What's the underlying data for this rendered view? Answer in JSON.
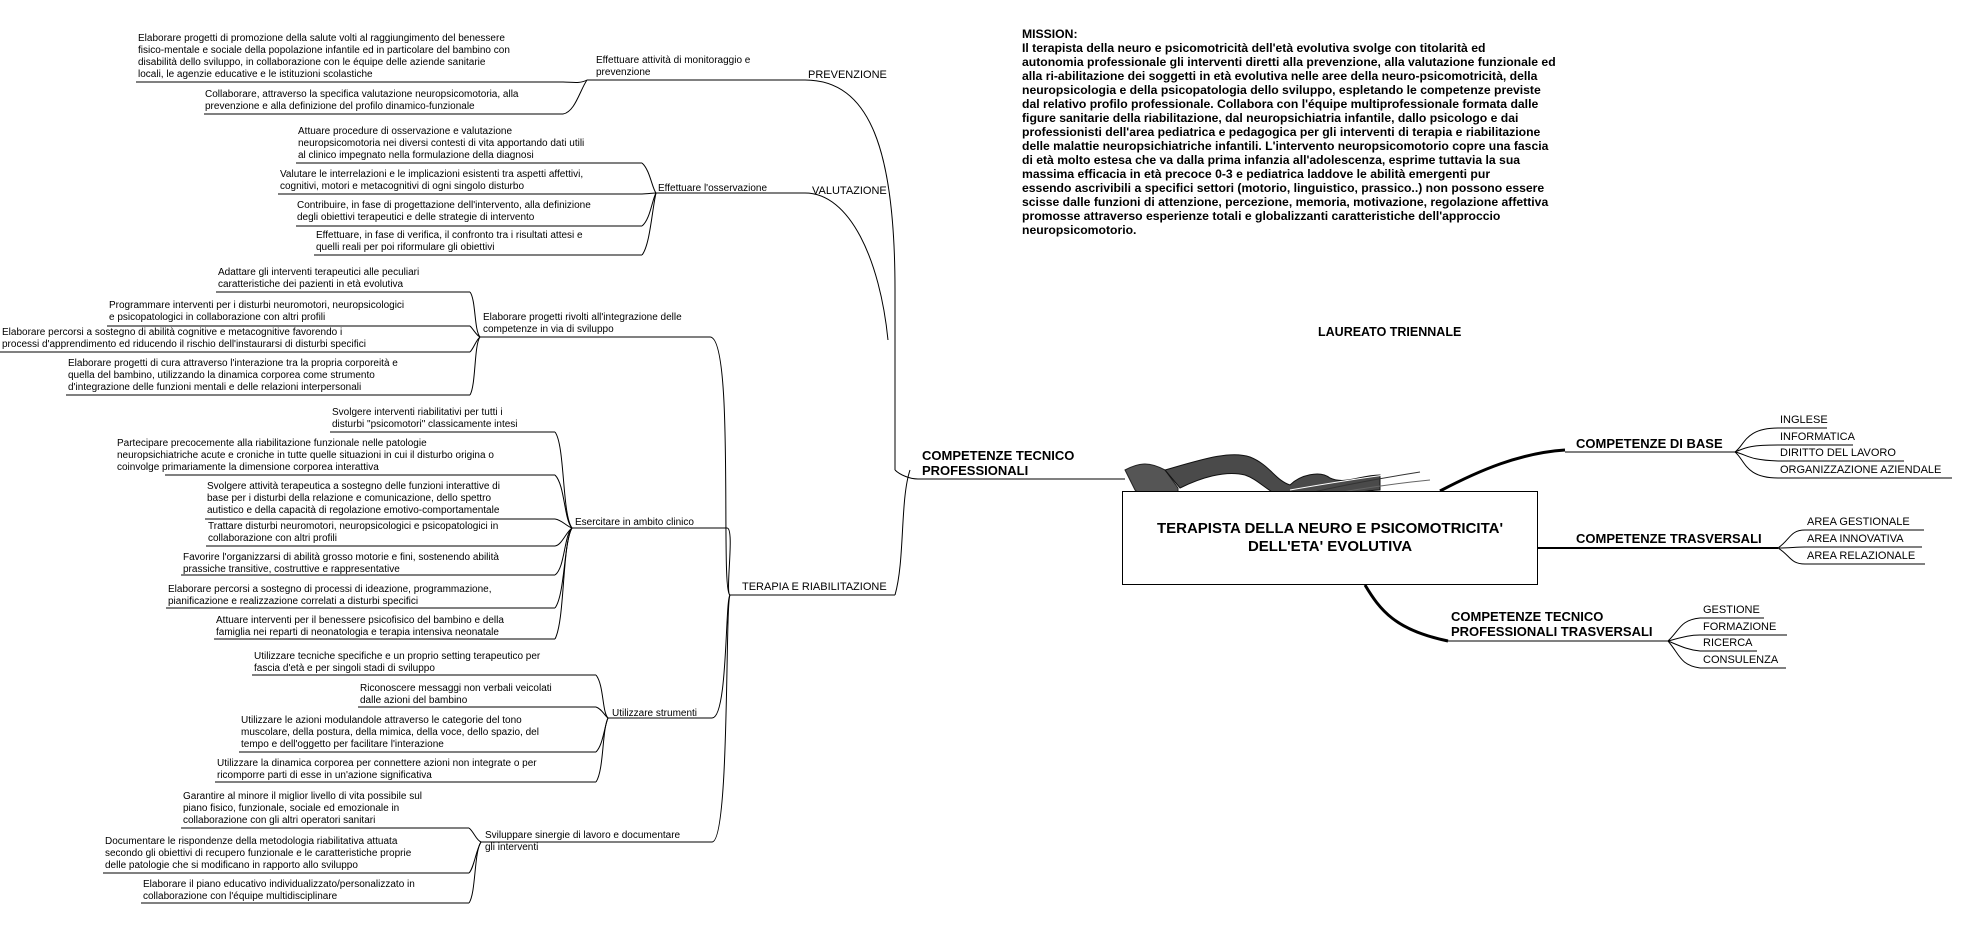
{
  "mission": {
    "title": "MISSION:",
    "lines": [
      "Il terapista della neuro e psicomotricità dell'età evolutiva svolge con titolarità ed",
      "autonomia professionale gli interventi diretti alla prevenzione, alla valutazione funzionale ed",
      "alla ri-abilitazione dei soggetti in età evolutiva nelle aree della neuro-psicomotricità, della",
      "neuropsicologia e della psicopatologia dello sviluppo, espletando le competenze previste",
      "dal relativo profilo professionale. Collabora con l'équipe multiprofessionale formata dalle",
      "figure sanitarie della riabilitazione, dal neuropsichiatria infantile, dallo psicologo e dai",
      "professionisti dell'area pediatrica e pedagogica per gli interventi di terapia e riabilitazione",
      "delle malattie neuropsichiatriche infantili. L'intervento neuropsicomotorio copre una fascia",
      "di età molto  estesa che va dalla prima infanzia all'adolescenza, esprime tuttavia la sua",
      "massima efficacia in età precoce 0-3  e  pediatrica   laddove  le abilità emergenti pur",
      "essendo ascrivibili a specifici settori (motorio, linguistico, prassico..) non possono  essere",
      "scisse dalle funzioni di attenzione, percezione, memoria, motivazione, regolazione affettiva",
      "promosse attraverso esperienze  totali e globalizzanti caratteristiche dell'approccio",
      "neuropsicomotorio."
    ]
  },
  "laureato": "LAUREATO TRIENNALE",
  "center": {
    "line1": "TERAPISTA DELLA NEURO E PSICOMOTRICITA'",
    "line2": "DELL'ETA' EVOLUTIVA"
  },
  "left": {
    "main_line1": "COMPETENZE TECNICO",
    "main_line2": "PROFESSIONALI",
    "areas": [
      "PREVENZIONE",
      "VALUTAZIONE",
      "TERAPIA E RIABILITAZIONE"
    ],
    "groups": [
      [
        "Effettuare  attività di monitoraggio e",
        "prevenzione"
      ],
      [
        "Effettuare l'osservazione"
      ],
      [
        "Elaborare progetti  rivolti all'integrazione delle",
        "competenze in via di sviluppo"
      ],
      [
        "Esercitare in ambito clinico"
      ],
      [
        "Utilizzare strumenti"
      ],
      [
        "Sviluppare sinergie di lavoro e documentare",
        "gli interventi"
      ]
    ],
    "leaves": [
      [
        "Elaborare progetti di promozione della salute volti al raggiungimento del benessere",
        "fisico-mentale e sociale della popolazione infantile ed in particolare del bambino con",
        "disabilità dello sviluppo, in collaborazione con le équipe delle aziende sanitarie",
        "locali, le agenzie educative e le istituzioni scolastiche"
      ],
      [
        "Collaborare, attraverso la specifica valutazione neuropsicomotoria, alla",
        "prevenzione e alla definizione del profilo dinamico-funzionale"
      ],
      [
        "Attuare procedure di osservazione e valutazione",
        "neuropsicomotoria nei diversi contesti di vita apportando dati utili",
        "al clinico impegnato nella formulazione della diagnosi"
      ],
      [
        "Valutare le interrelazioni e le implicazioni esistenti tra aspetti affettivi,",
        "cognitivi, motori e metacognitivi di ogni singolo disturbo"
      ],
      [
        "Contribuire, in fase di progettazione dell'intervento, alla definizione",
        "degli obiettivi terapeutici e delle strategie di intervento"
      ],
      [
        "Effettuare,  in fase di verifica, il confronto tra i risultati attesi e",
        "quelli reali per  poi riformulare gli obiettivi"
      ],
      [
        "Adattare gli interventi terapeutici alle peculiari",
        "caratteristiche dei pazienti in età evolutiva"
      ],
      [
        "Programmare interventi per i disturbi neuromotori, neuropsicologici",
        "e psicopatologici in collaborazione con altri profili"
      ],
      [
        "Elaborare percorsi a sostegno di abilità cognitive e metacognitive favorendo i",
        "processi d'apprendimento ed riducendo il rischio dell'instaurarsi di disturbi specifici"
      ],
      [
        "Elaborare progetti di cura attraverso l'interazione tra la propria corporeità e",
        "quella del bambino, utilizzando la dinamica corporea come strumento",
        "d'integrazione delle funzioni mentali e delle relazioni interpersonali"
      ],
      [
        "Svolgere interventi  riabilitativi per tutti i",
        "disturbi  \"psicomotori\" classicamente intesi"
      ],
      [
        "Partecipare precocemente alla riabilitazione  funzionale nelle patologie",
        "neuropsichiatriche acute e croniche in tutte quelle situazioni in cui il disturbo origina o",
        "coinvolge primariamente la dimensione corporea interattiva"
      ],
      [
        "Svolgere attività terapeutica a sostegno delle funzioni interattive di",
        "base per i disturbi della relazione e comunicazione, dello spettro",
        "autistico e della capacità di regolazione emotivo-comportamentale"
      ],
      [
        "Trattare disturbi neuromotori, neuropsicologici e psicopatologici in",
        "collaborazione con altri profili"
      ],
      [
        "Favorire l'organizzarsi di abilità grosso motorie e fini, sostenendo abilità",
        "prassiche transitive, costruttive e rappresentative"
      ],
      [
        "Elaborare percorsi a sostegno di processi di ideazione, programmazione,",
        "pianificazione e realizzazione correlati a disturbi specifici"
      ],
      [
        "Attuare interventi per il benessere psicofisico del bambino e della",
        "famiglia nei reparti di neonatologia e terapia intensiva neonatale"
      ],
      [
        "Utilizzare tecniche specifiche e un proprio setting terapeutico per",
        "fascia d'età e per singoli stadi di sviluppo"
      ],
      [
        "Riconoscere messaggi non verbali veicolati",
        "dalle azioni del bambino"
      ],
      [
        "Utilizzare le azioni modulandole attraverso le categorie del tono",
        "muscolare, della postura, della mimica, della voce, dello spazio, del",
        "tempo e dell'oggetto per facilitare l'interazione"
      ],
      [
        "Utilizzare la dinamica corporea per connettere azioni non integrate o per",
        "ricomporre parti di esse in un'azione significativa"
      ],
      [
        "Garantire al minore il miglior livello di vita possibile sul",
        "piano fisico, funzionale, sociale ed emozionale in",
        "collaborazione con gli altri operatori sanitari"
      ],
      [
        "Documentare  le rispondenze della metodologia riabilitativa attuata",
        "secondo gli obiettivi di recupero funzionale e le caratteristiche proprie",
        "delle patologie che si modificano in rapporto allo sviluppo"
      ],
      [
        "Elaborare il  piano educativo individualizzato/personalizzato in",
        "collaborazione con l'équipe multidisciplinare"
      ]
    ]
  },
  "right": {
    "base": {
      "title": "COMPETENZE DI BASE",
      "items": [
        "INGLESE",
        "INFORMATICA",
        "DIRITTO DEL LAVORO",
        "ORGANIZZAZIONE AZIENDALE"
      ]
    },
    "trasversali": {
      "title": "COMPETENZE TRASVERSALI",
      "items": [
        "AREA GESTIONALE",
        "AREA INNOVATIVA",
        "AREA RELAZIONALE"
      ]
    },
    "tecnico": {
      "title_line1": "COMPETENZE TECNICO",
      "title_line2": "PROFESSIONALI TRASVERSALI",
      "items": [
        "GESTIONE",
        "FORMAZIONE",
        "RICERCA",
        "CONSULENZA"
      ]
    }
  },
  "colors": {
    "lines": "#000000",
    "tentacle": "#555555",
    "background": "#ffffff"
  },
  "icons": [
    "mind-map-branch-tentacle"
  ]
}
